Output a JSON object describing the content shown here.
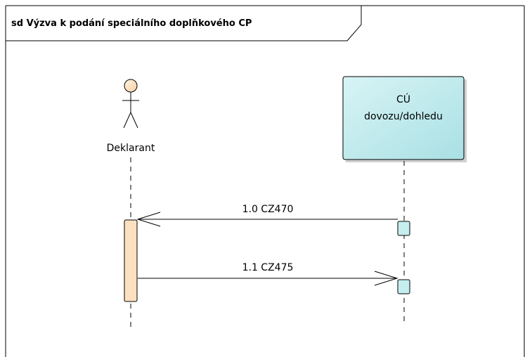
{
  "frame": {
    "title": "sd Výzva k podání speciálního doplňkového CP"
  },
  "lifelines": {
    "actor": {
      "name": "Deklarant",
      "head_color": "#fde0bd",
      "activation_color": "#fce1c0"
    },
    "system": {
      "line1": "CÚ",
      "line2": "dovozu/dohledu",
      "box_color": "#bde9ec",
      "activation_color": "#c5eef0"
    }
  },
  "messages": [
    {
      "label": "1.0 CZ470",
      "from": "CÚ dovozu/dohledu",
      "to": "Deklarant"
    },
    {
      "label": "1.1 CZ475",
      "from": "Deklarant",
      "to": "CÚ dovozu/dohledu"
    }
  ]
}
